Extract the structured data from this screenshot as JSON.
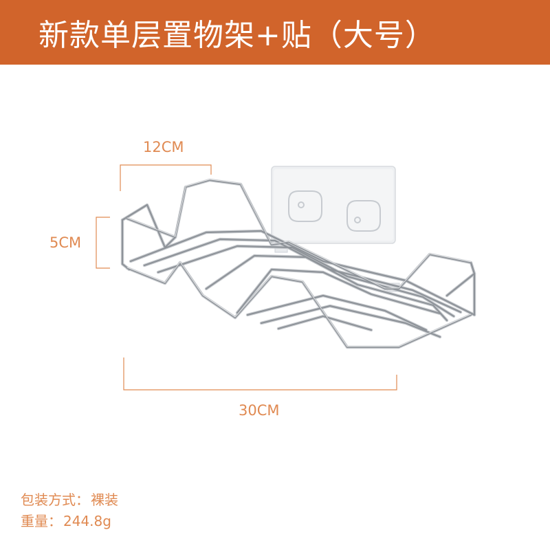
{
  "header": {
    "title": "新款单层置物架+贴（大号）",
    "background_color": "#d1642b",
    "text_color": "#ffffff"
  },
  "dimensions": {
    "depth": "12CM",
    "height": "5CM",
    "length": "30CM",
    "line_color": "#e08a52"
  },
  "specs": [
    {
      "label": "包装方式：",
      "value": "裸装"
    },
    {
      "label": "重量：",
      "value": "244.8g"
    }
  ],
  "product": {
    "name": "single-tier-wire-shelf",
    "accessory": "adhesive-hook-plate",
    "wire_color": "#8e9399"
  }
}
